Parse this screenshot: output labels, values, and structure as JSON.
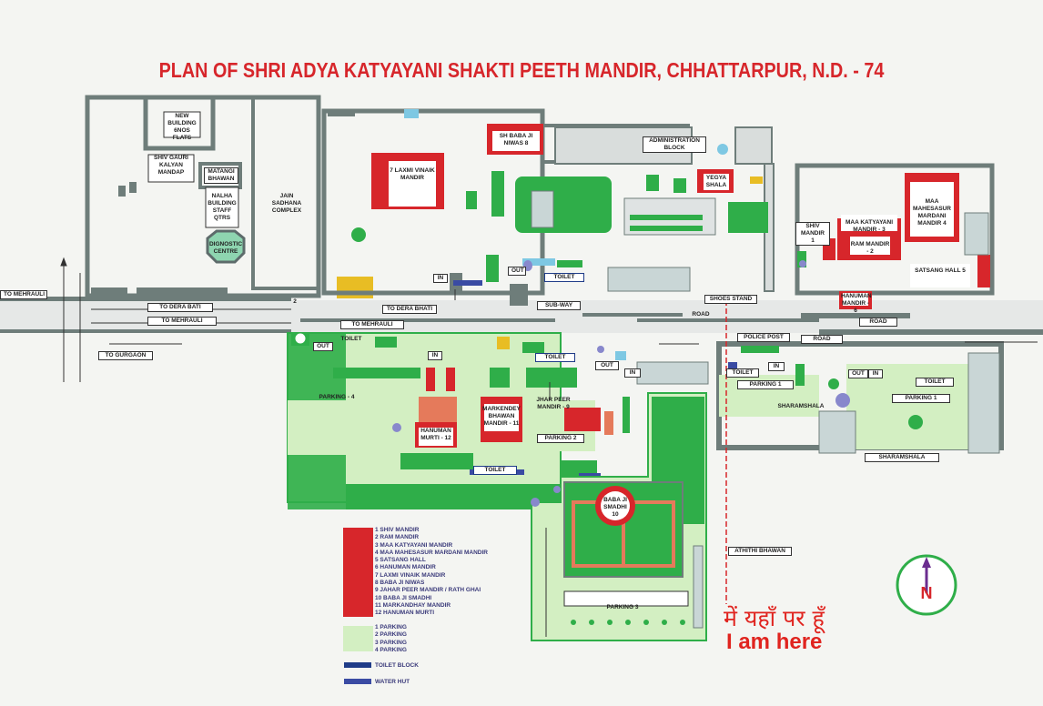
{
  "title": "PLAN OF SHRI ADYA KATYAYANI SHAKTI PEETH MANDIR, CHHATTARPUR, N.D. - 74",
  "places": {
    "new_building": "NEW BUILDING 6NOS FLATS",
    "shiv_gauri": "SHIV GAURI KALYAN MANDAP",
    "matangi": "MATANGI BHAWAN",
    "nalha": "NALHA BUILDING STAFF QTRS",
    "jain": "JAIN SADHANA COMPLEX",
    "dignostic": "DIGNOSTIC CENTRE",
    "laxmi": "7 LAXMI VINAIK MANDIR",
    "baba_niwas": "SH BABA JI NIWAS 8",
    "admin": "ADMINISTRATION BLOCK",
    "yegya": "YEGYA SHALA",
    "shiv": "SHIV MANDIR 1",
    "katyayani": "MAA KATYAYANI MANDIR - 3",
    "ram": "RAM MANDIR - 2",
    "mahesasur": "MAA MAHESASUR MARDANI MANDIR 4",
    "satsang": "SATSANG HALL 5",
    "hanuman6": "HANUMAN MANDIR - 6",
    "hanuman12": "HANUMAN MURTI - 12",
    "markendey": "MARKENDEY BHAWAN MANDIR - 11",
    "jhar": "JHAR PEER MANDIR - 9",
    "smadhi": "BABA JI SMADHI 10",
    "athithi": "ATHITHI BHAWAN",
    "sharamshala": "SHARAMSHALA",
    "sharamshala2": "SHARAMSHALA",
    "police": "POLICE POST",
    "shoes": "SHOES STAND",
    "subway": "SUB-WAY"
  },
  "roads": {
    "to_mehrauli": "TO MEHRAULI",
    "to_dera_bati": "TO DERA BATI",
    "to_mehrauli2": "TO MEHRAULI",
    "to_gurgaon": "TO GURGAON",
    "to_dera_bhati": "TO DERA BHATI",
    "to_mehrauli3": "TO MEHRAULI",
    "road1": "ROAD",
    "road2": "ROAD",
    "road3": "ROAD"
  },
  "parking": {
    "p4": "PARKING - 4",
    "p2": "PARKING 2",
    "p3": "PARKING 3",
    "p1a": "PARKING 1",
    "p1b": "PARKING 1"
  },
  "facilities": {
    "toilet1": "TOILET",
    "toilet2": "TOILET",
    "toilet3": "TOILET",
    "toilet4": "TOILET",
    "toilet5": "TOILET",
    "toilet6": "TOILET",
    "out1": "OUT",
    "out2": "OUT",
    "out3": "OUT",
    "out4": "OUT",
    "in1": "IN",
    "in2": "IN",
    "in3": "IN",
    "in4": "IN",
    "in5": "IN",
    "gate_no": "2"
  },
  "legend": {
    "temples": [
      "1 SHIV MANDIR",
      "2 RAM MANDIR",
      "3 MAA KATYAYANI MANDIR",
      "4 MAA MAHESASUR MARDANI MANDIR",
      "5 SATSANG HALL",
      "6 HANUMAN MANDIR",
      "7 LAXMI VINAIK MANDIR",
      "8 BABA JI NIWAS",
      "9 JAHAR PEER MANDIR / RATH GHAI",
      "10 BABA JI SMADHI",
      "11 MARKANDHAY MANDIR",
      "12 HANUMAN MURTI"
    ],
    "parking": [
      "1 PARKING",
      "2 PARKING",
      "3 PARKING",
      "4 PARKING"
    ],
    "toilet_block": "TOILET BLOCK",
    "water_hut": "WATER HUT"
  },
  "compass": "N",
  "you_are_here_hindi": "में यहाँ पर हूँ",
  "you_are_here": "I am here",
  "colors": {
    "temple": "#d7262b",
    "green": "#2fae49",
    "light_green": "#d3efc2",
    "road": "#e9ebe9",
    "wall": "#5d6b6b",
    "toilet": "#1f3c88",
    "title": "#d7262b"
  }
}
